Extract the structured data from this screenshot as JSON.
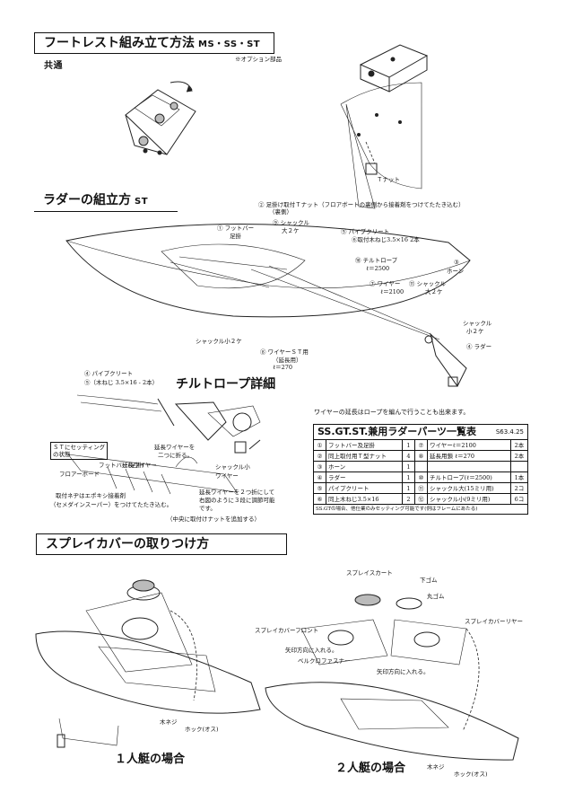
{
  "sections": {
    "footrest": {
      "title": "フートレスト組み立て方法",
      "sub": "MS・SS・ST共通"
    },
    "rudder": {
      "title": "ラダーの組立方",
      "sub": "ST"
    },
    "spray": {
      "title": "スプレイカバーの取りつけ方"
    }
  },
  "footrest_labels": {
    "option": "※オプション部品",
    "t_nut": "Ｔナット"
  },
  "rudder_labels": {
    "l1": "①  フットバー",
    "l1b": "足掛",
    "l2": "②  足掛け取付Ｔナット（フロアボートの裏側から接着剤をつけてたたき込む）",
    "l2b": "（裏側）",
    "l3": "③",
    "l3b": "ホーン",
    "l4": "④  ラダー",
    "l5": "⑤  パイプクリート",
    "l5b": "⑥取付木ねじ3.5×16  2本",
    "l8": "⑧  ワイヤーＳＴ用",
    "l8b": "（延長用）",
    "l8c": "ℓ＝270",
    "l9": "⑨  シャックル",
    "l9b": "大２ケ",
    "l10": "⑩  チルトロープ",
    "l10b": "ℓ＝2500",
    "l7": "⑦  ワイヤー",
    "l7b": "ℓ＝2100",
    "l11": "⑪  シャックル",
    "l11b": "大２ケ",
    "shackle_small1": "シャックル小２ケ",
    "shackle_small2": "シャックル",
    "shackle_small2b": "小２ケ"
  },
  "tilt": {
    "title": "チルトロープ詳細",
    "pipe_cleat": "④  パイプクリート",
    "screws": "⑤（木ねじ 3.5×16 - 2本）",
    "st_setting": "ＳＴにセッティング",
    "st_setting2": "の状態",
    "footbar": "フットバー(足掛)",
    "floorboard": "フロアーボード",
    "ext_wire": "延長ワイヤー",
    "ext_wire2": "延長ワイヤーを",
    "ext_wire3": "二つに折る。",
    "shackle": "シャックル小",
    "wire": "ワイヤー",
    "screw_note": "取付ネヂはエポキシ接着剤",
    "screw_note2": "（セメダインスーパー）をつけてたたき込む。",
    "fold_note": "延長ワイヤーを２つ折にして",
    "fold_note2": "右図のように３段に調節可能",
    "fold_note3": "です。",
    "center_note": "（中央に取付けナットを追加する）"
  },
  "wire_note": "ワイヤーの延長はロープを編んで行うことも出来ます。",
  "parts_table": {
    "title": "SS.GT.ST.兼用ラダーパーツ一覧表",
    "date": "S63.4.25",
    "rows": [
      {
        "n1": "①",
        "name1": "フットバー及足掛",
        "q1": "1",
        "n2": "⑦",
        "name2": "ワイヤーℓ＝2100",
        "q2": "2本"
      },
      {
        "n1": "②",
        "name1": "同上取付用Ｔ型ナット",
        "q1": "4",
        "n2": "⑧",
        "name2": "延長用鎖 ℓ＝270",
        "q2": "2本"
      },
      {
        "n1": "③",
        "name1": "ホーン",
        "q1": "1",
        "n2": "",
        "name2": "",
        "q2": ""
      },
      {
        "n1": "④",
        "name1": "ラダー",
        "q1": "1",
        "n2": "⑩",
        "name2": "チルトロープ(ℓ＝2500)",
        "q2": "1本"
      },
      {
        "n1": "⑤",
        "name1": "パイプクリート",
        "q1": "1",
        "n2": "⑪",
        "name2": "シャックル大(15ミリ用)",
        "q2": "2コ"
      },
      {
        "n1": "⑥",
        "name1": "同上木ねじ3.5×16",
        "q1": "2",
        "n2": "⑫",
        "name2": "シャックル小(9ミリ用)",
        "q2": "6コ"
      }
    ],
    "note": "SS.GTの場合、他仕業のみセッティング可能です(例はフレームにあたる)"
  },
  "spray_labels": {
    "spray_skirt": "スプレイスカート",
    "lower_rubber": "下ゴム",
    "round_rubber": "丸ゴム",
    "cover_front": "スプレイカバーフロント",
    "cover_rear": "スプレイカバーリヤー",
    "arrow_in1": "矢印方向に入れる。",
    "arrow_in2": "矢印方向に入れる。",
    "velcro": "ベルクロファスナー",
    "wood_screw1": "木ネジ",
    "hook1": "ホック(オス)",
    "wood_screw2": "木ネジ",
    "hook2": "ホック(オス)",
    "single": "１人艇の場合",
    "double": "２人艇の場合"
  }
}
